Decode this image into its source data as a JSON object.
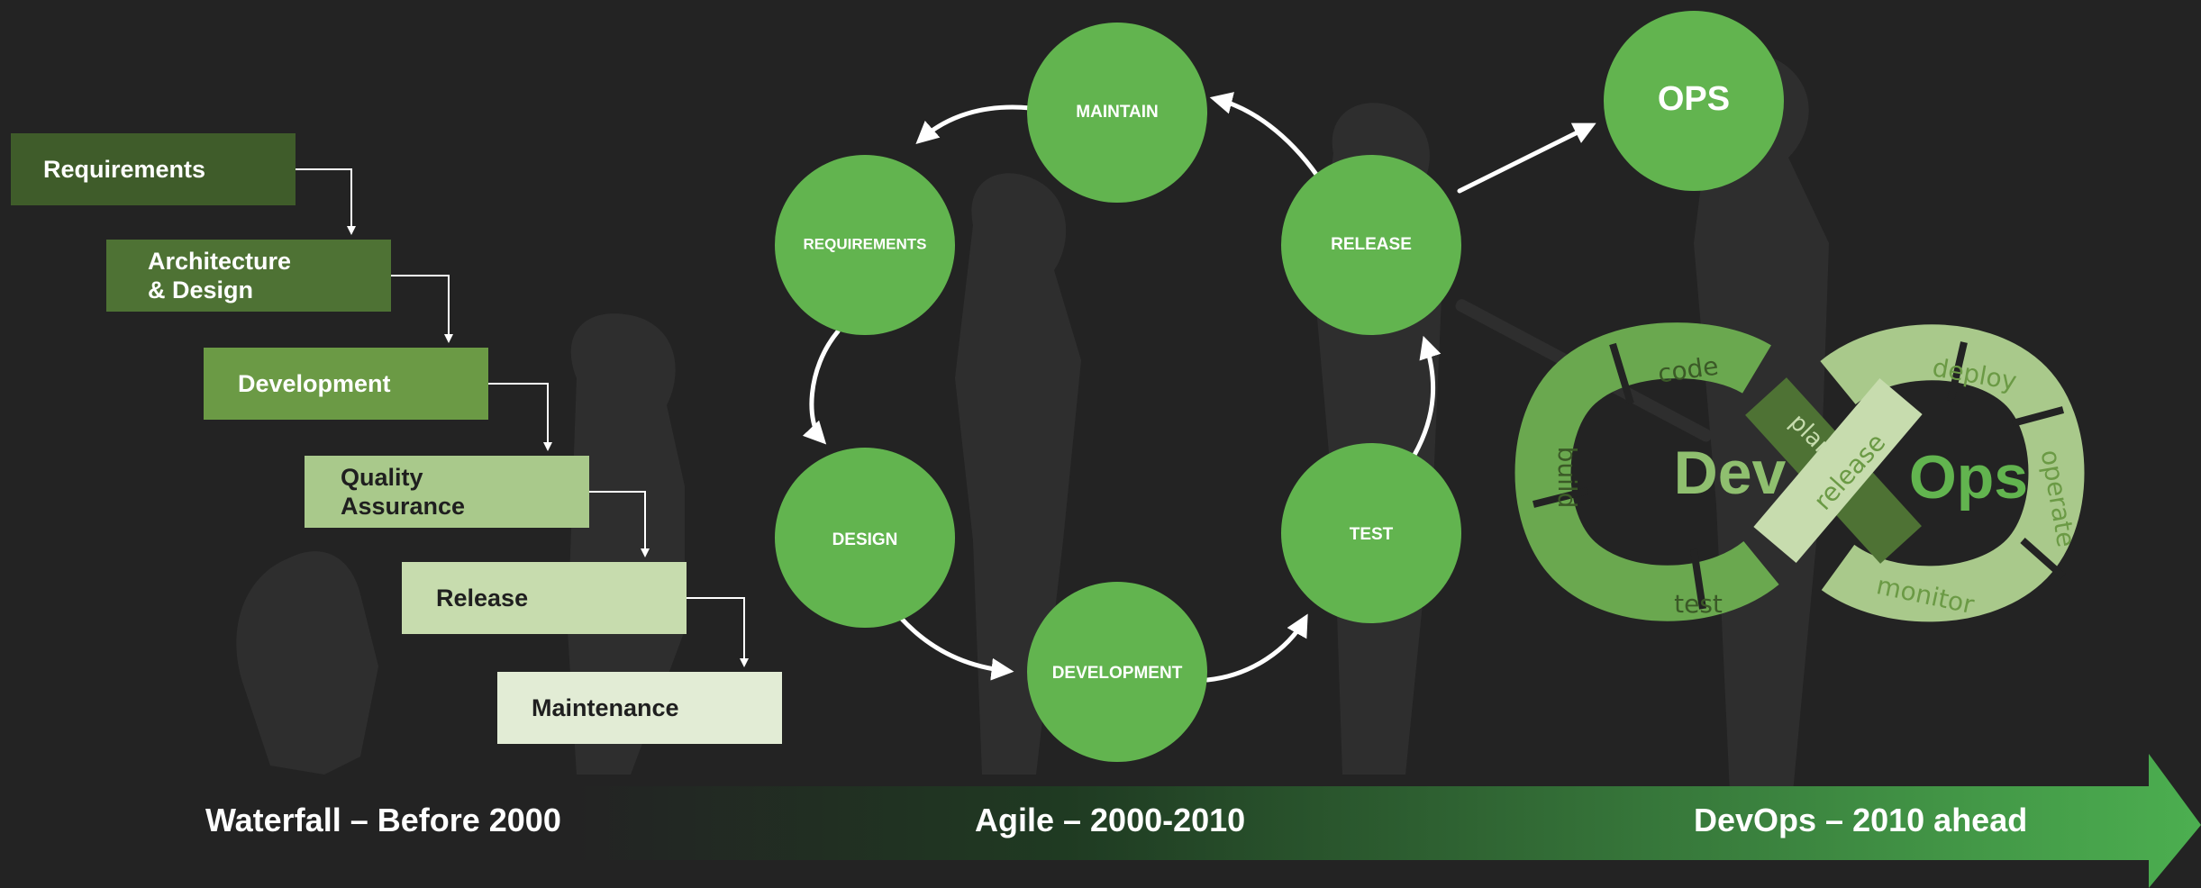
{
  "colors": {
    "background": "#232323",
    "circle_green": "#62b44f",
    "arrow_green": "#4caf50",
    "wf_shades": [
      "#3f5c2a",
      "#4e7234",
      "#6b9a45",
      "#a9c98b",
      "#c7dcae",
      "#e2ecd5"
    ]
  },
  "waterfall": {
    "steps": [
      {
        "label": "Requirements"
      },
      {
        "label": "Architecture\n& Design"
      },
      {
        "label": "Development"
      },
      {
        "label": "Quality\nAssurance"
      },
      {
        "label": "Release"
      },
      {
        "label": "Maintenance"
      }
    ]
  },
  "agile": {
    "phases": {
      "maintain": "MAINTAIN",
      "requirements": "REQUIREMENTS",
      "release": "RELEASE",
      "design": "DESIGN",
      "test": "TEST",
      "development": "DEVELOPMENT"
    },
    "ops": "OPS"
  },
  "devops_logo": {
    "dev": "Dev",
    "ops": "Ops",
    "code": "code",
    "plan": "plan",
    "release": "release",
    "build": "build",
    "test": "test",
    "deploy": "deploy",
    "operate": "operate",
    "monitor": "monitor"
  },
  "timeline": {
    "waterfall": "Waterfall – Before 2000",
    "agile": "Agile – 2000-2010",
    "devops": "DevOps – 2010 ahead"
  }
}
